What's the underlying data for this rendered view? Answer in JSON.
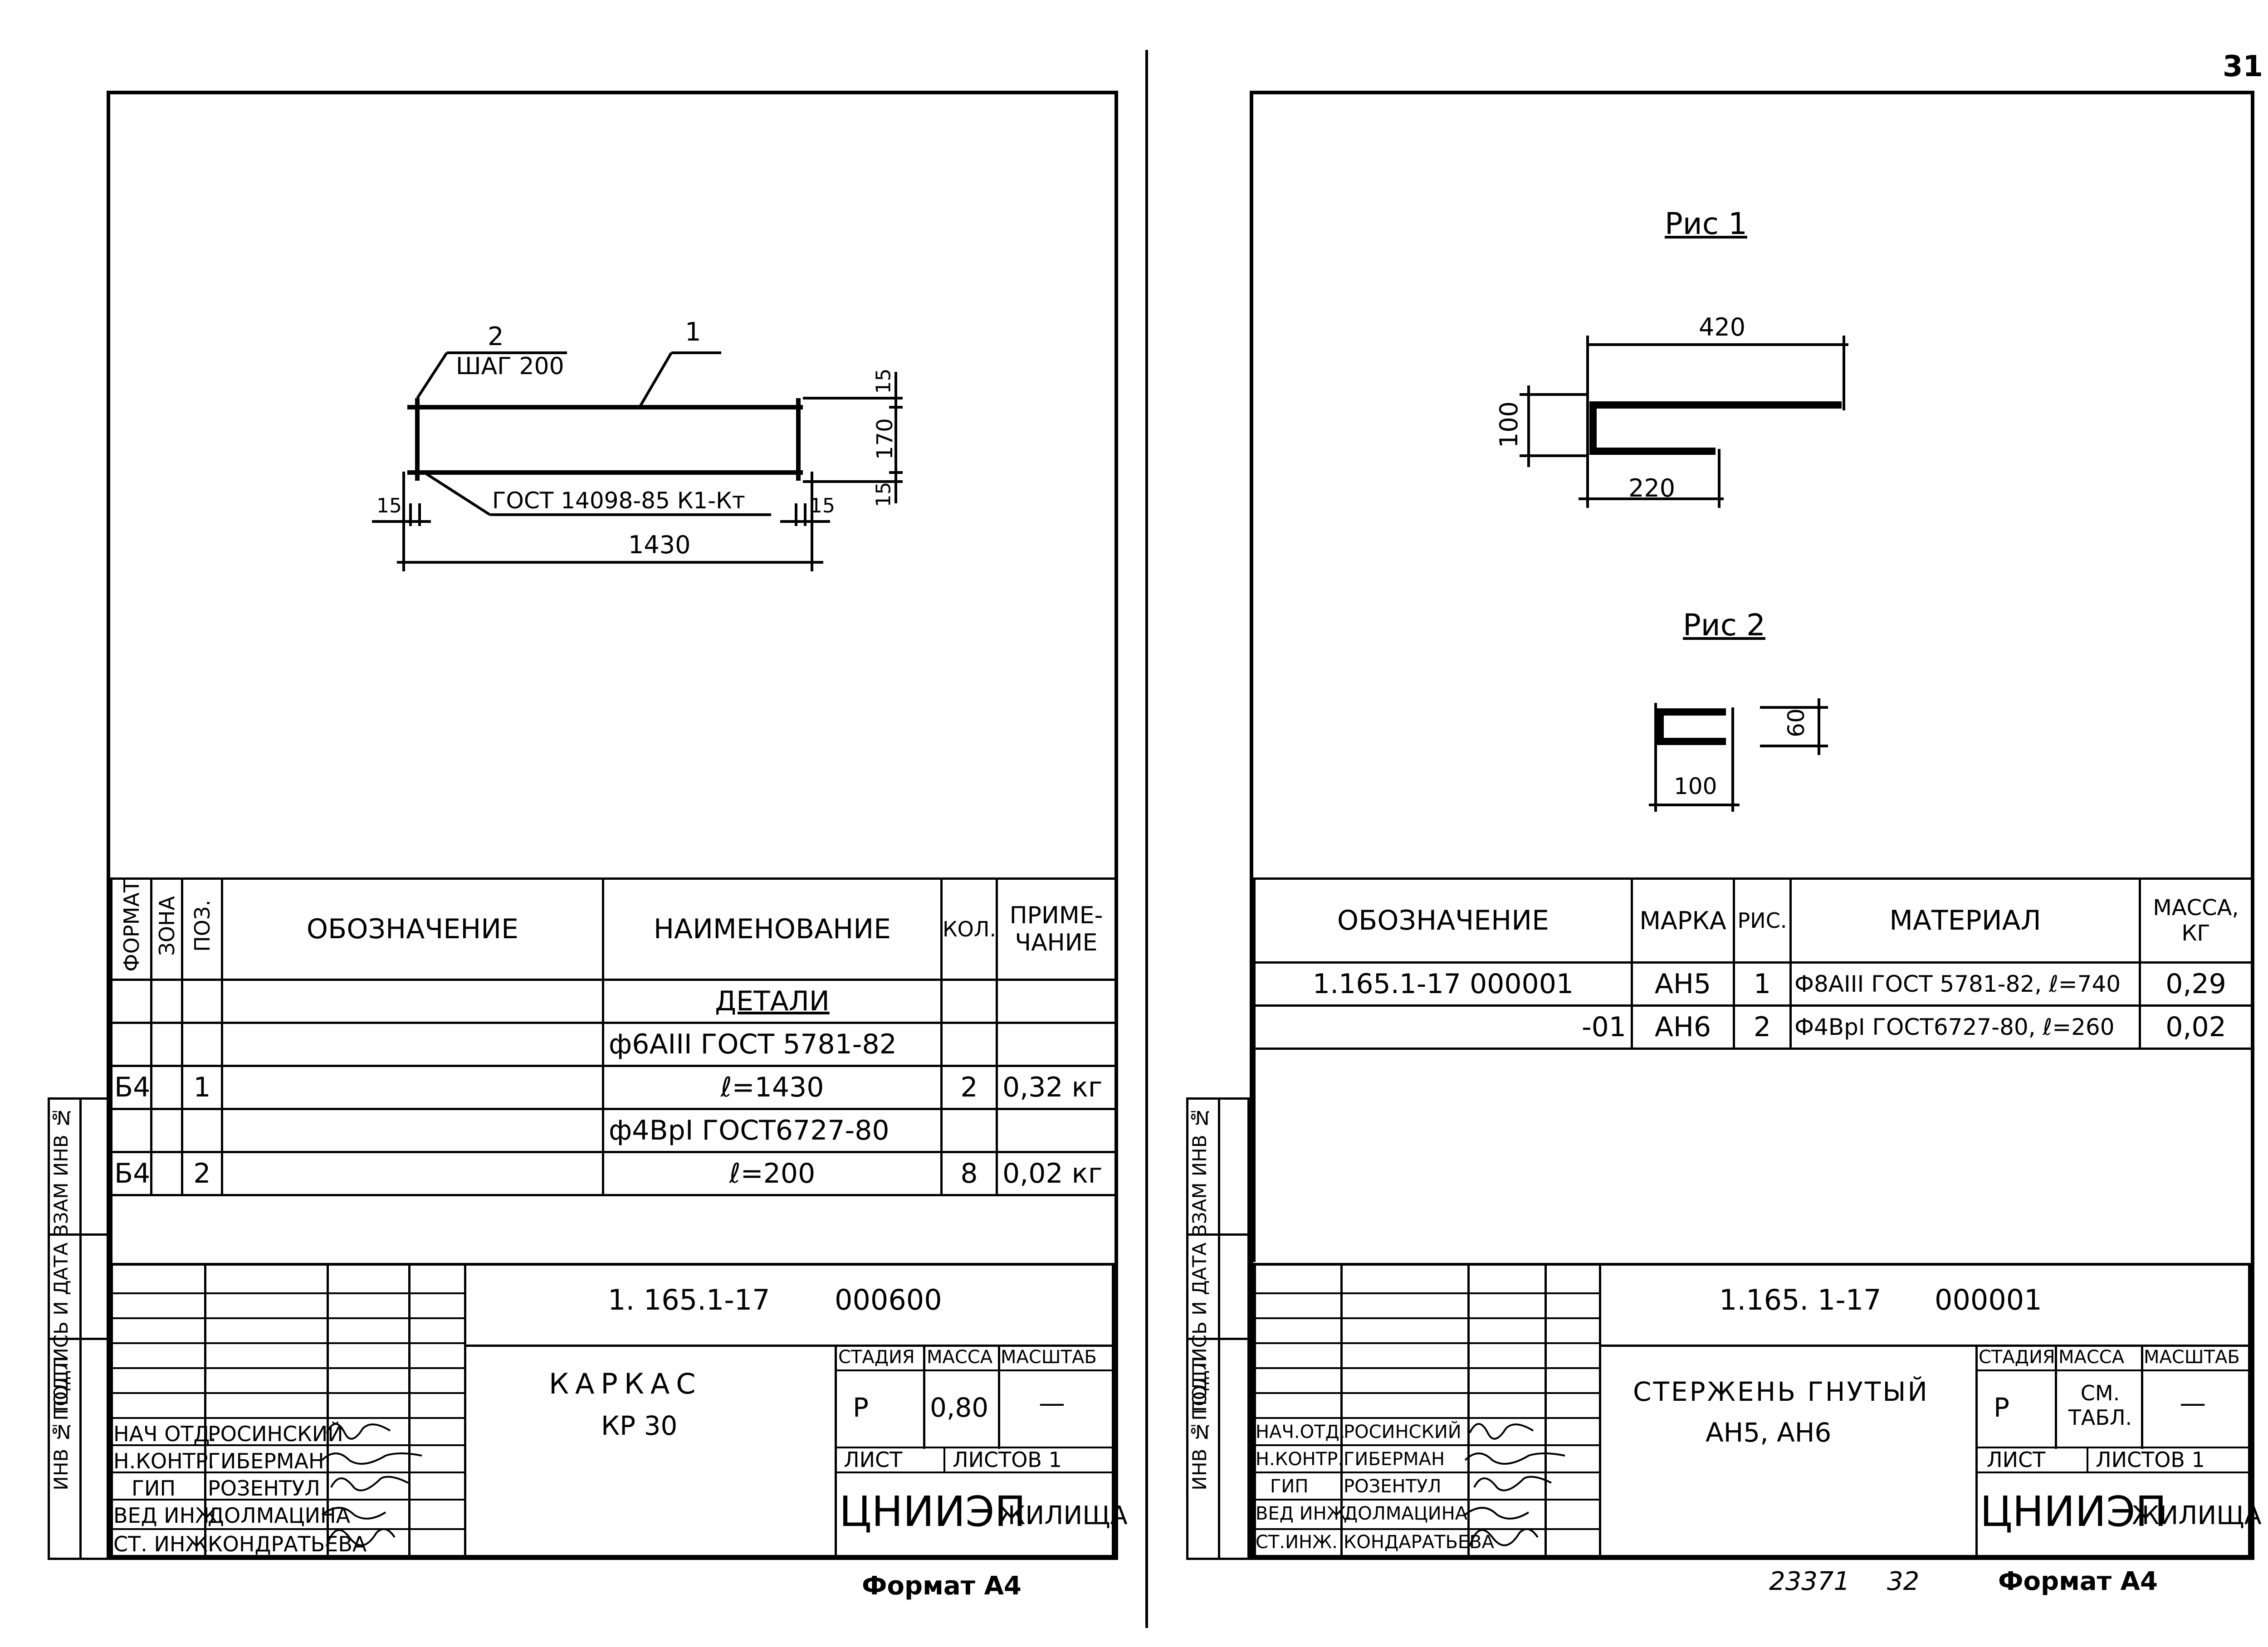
{
  "page_number": "31",
  "left_sheet": {
    "drawing": {
      "callout_1": "1",
      "callout_2": "2",
      "step_label": "ШАГ 200",
      "dim_15_right_top": "15",
      "dim_170": "170",
      "dim_15_right_bottom": "15",
      "dim_15_left": "15",
      "dim_15_mid": "15",
      "gost_note": "ГОСТ 14098-85 К1-Кт",
      "dim_1430": "1430"
    },
    "spec_header": {
      "format": "ФОРМАТ",
      "zone": "ЗОНА",
      "pos": "ПОЗ.",
      "designation": "ОБОЗНАЧЕНИЕ",
      "name": "НАИМЕНОВАНИЕ",
      "qty": "КОЛ.",
      "note": "ПРИМЕ-ЧАНИЕ"
    },
    "spec_rows": [
      {
        "format": "",
        "pos": "",
        "name": "ДЕТАЛИ",
        "qty": "",
        "note": ""
      },
      {
        "format": "",
        "pos": "",
        "name": "ф6АIII ГОСТ 5781-82",
        "qty": "",
        "note": ""
      },
      {
        "format": "Б4",
        "pos": "1",
        "name": "ℓ=1430",
        "qty": "2",
        "note": "0,32 кг"
      },
      {
        "format": "",
        "pos": "",
        "name": "ф4ВрI ГОСТ6727-80",
        "qty": "",
        "note": ""
      },
      {
        "format": "Б4",
        "pos": "2",
        "name": "ℓ=200",
        "qty": "8",
        "note": "0,02 кг"
      }
    ],
    "side_stamp": [
      "ИНВ № ПОДЛ",
      "ПОДПИСЬ И ДАТА",
      "ВЗАМ ИНВ №"
    ],
    "title_block": {
      "doc_code": "1. 165.1-17",
      "doc_num": "000600",
      "title_line1": "КАРКАС",
      "title_line2": "КР 30",
      "stage_label": "СТАДИЯ",
      "mass_label": "МАССА",
      "scale_label": "МАСШТАБ",
      "stage_value": "Р",
      "mass_value": "0,80",
      "scale_value": "—",
      "sheet_label": "ЛИСТ",
      "sheets_label": "ЛИСТОВ 1",
      "org": "ЦНИИЭП",
      "org_suffix": "ЖИЛИЩА",
      "roles": [
        "НАЧ ОТД.",
        "Н.КОНТР.",
        "ГИП",
        "ВЕД ИНЖ.",
        "СТ. ИНЖ."
      ],
      "names": [
        "РОСИНСКИЙ",
        "ГИБЕРМАН",
        "РОЗЕНТУЛ",
        "ДОЛМАЦИНА",
        "КОНДРАТЬЕВА"
      ]
    },
    "format_label": "Формат А4"
  },
  "right_sheet": {
    "fig1": {
      "label": "Рис 1",
      "dim_420": "420",
      "dim_100": "100",
      "dim_220": "220"
    },
    "fig2": {
      "label": "Рис 2",
      "dim_60": "60",
      "dim_100": "100"
    },
    "spec_header": {
      "designation": "ОБОЗНАЧЕНИЕ",
      "mark": "МАРКА",
      "fig": "РИС.",
      "material": "МАТЕРИАЛ",
      "mass": "МАССА, КГ"
    },
    "spec_rows": [
      {
        "designation": "1.165.1-17 000001",
        "mark": "АН5",
        "fig": "1",
        "material": "Ф8АIII ГОСТ 5781-82, ℓ=740",
        "mass": "0,29"
      },
      {
        "designation": "-01",
        "mark": "АН6",
        "fig": "2",
        "material": "Ф4ВрI ГОСТ6727-80, ℓ=260",
        "mass": "0,02"
      }
    ],
    "side_stamp": [
      "ИНВ № ПОДЛ",
      "ПОДПИСЬ И ДАТА",
      "ВЗАМ ИНВ №"
    ],
    "title_block": {
      "doc_code": "1.165. 1-17",
      "doc_num": "000001",
      "title_line1": "СТЕРЖЕНЬ ГНУТЫЙ",
      "title_line2": "АН5, АН6",
      "stage_label": "СТАДИЯ",
      "mass_label": "МАССА",
      "scale_label": "МАСШТАБ",
      "stage_value": "Р",
      "mass_value": "СМ. ТАБЛ.",
      "scale_value": "—",
      "sheet_label": "ЛИСТ",
      "sheets_label": "ЛИСТОВ 1",
      "org": "ЦНИИЭП",
      "org_suffix": "ЖИЛИЩА",
      "roles": [
        "НАЧ.ОТД.",
        "Н.КОНТР.",
        "ГИП",
        "ВЕД ИНЖ.",
        "СТ.ИНЖ."
      ],
      "names": [
        "РОСИНСКИЙ",
        "ГИБЕРМАН",
        "РОЗЕНТУЛ",
        "ДОЛМАЦИНА",
        "КОНДАРАТЬЕВА"
      ]
    },
    "footer_number": "23371",
    "footer_page": "32",
    "format_label": "Формат А4"
  }
}
